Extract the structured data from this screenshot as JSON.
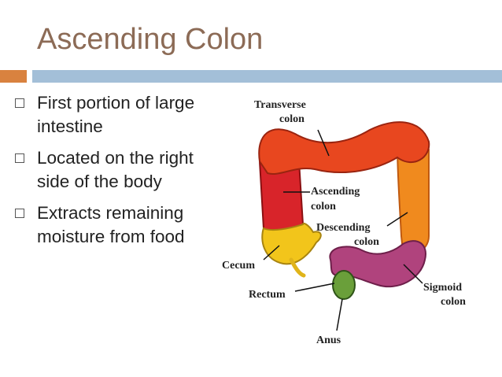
{
  "slide": {
    "title": "Ascending Colon",
    "bullets": [
      {
        "line1": "First portion of large",
        "line2": "intestine"
      },
      {
        "line1": "Located on the right",
        "line2": "side of the body"
      },
      {
        "line1": "Extracts remaining",
        "line2": "moisture from food"
      }
    ]
  },
  "diagram": {
    "labels": {
      "transverse_1": "Transverse",
      "transverse_2": "colon",
      "ascending_1": "Ascending",
      "ascending_2": "colon",
      "descending_1": "Descending",
      "descending_2": "colon",
      "cecum": "Cecum",
      "rectum": "Rectum",
      "sigmoid_1": "Sigmoid",
      "sigmoid_2": "colon",
      "anus": "Anus"
    },
    "colors": {
      "transverse": "#e8471f",
      "ascending": "#d8242a",
      "descending": "#f08a1e",
      "cecum": "#f2c51b",
      "sigmoid": "#b0437d",
      "rectum": "#6a9f3a"
    }
  }
}
